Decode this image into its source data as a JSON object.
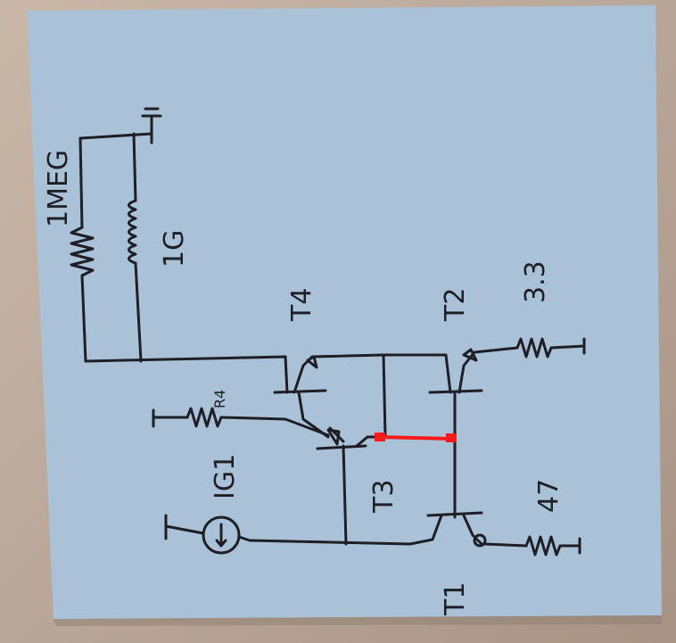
{
  "labels": {
    "r_1meg": "1MEG",
    "r_1g": "1G",
    "r4": "R4",
    "ig1": "IG1",
    "t4": "T4",
    "t2": "T2",
    "t3": "T3",
    "t1": "T1",
    "r_3_3": "3.3",
    "r_47": "47"
  },
  "colors": {
    "paper": "#a9c2d8",
    "ink": "#1e1e24",
    "highlight": "#ff1a1a"
  }
}
